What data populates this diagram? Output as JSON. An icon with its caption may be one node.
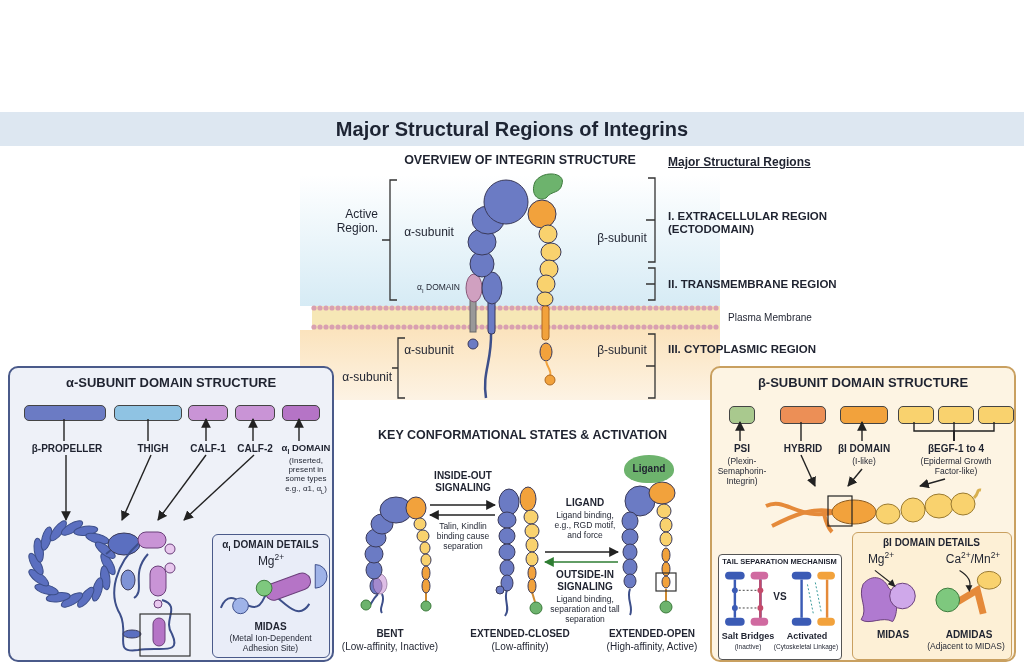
{
  "diagram": {
    "title": "Major Structural Regions of Integrins",
    "nodes": [
      {
        "text": [
          "α-SUBUNIT DOMAIN STRUCTURE"
        ]
      },
      {
        "text": [],
        "shape": "box",
        "in": 0
      },
      {
        "text": [],
        "shape": "box",
        "in": 0
      },
      {
        "text": [],
        "shape": "box",
        "in": 0
      },
      {
        "text": [],
        "shape": "box",
        "in": 0
      },
      {
        "text": [],
        "shape": "box",
        "in": 0
      },
      {
        "text": [
          "β-PROPELLER"
        ],
        "in": 0
      },
      {
        "text": [
          "THIGH"
        ],
        "in": 0
      },
      {
        "text": [
          "CALF-1"
        ],
        "in": 0
      },
      {
        "text": [
          "CALF-2"
        ],
        "in": 0
      },
      {
        "text": [
          "α$_{I}$ DOMAIN",
          "(Inserted, present in some types e.g., α1, α$_{L}$)"
        ],
        "in": 0
      },
      {
        "text": [],
        "shape": "picture",
        "in": 0
      },
      {
        "text": [
          "α$_{I}$ DOMAIN DETAILS",
          "Mg$^{2+}$",
          "MIDAS",
          "(Metal Ion-Dependent Adhesion Site)"
        ],
        "in": 0
      },
      {
        "text": [],
        "shape": "picture",
        "beside": [
          "BENT",
          "(Low-affinity, Inactive)"
        ]
      },
      {
        "text": [],
        "shape": "picture",
        "beside": [
          "EXTENDED-CLOSED",
          "(Low-affinity)"
        ]
      },
      {
        "text": [],
        "shape": "picture",
        "beside": [
          "EXTENDED-OPEN",
          "(High-affinity, Active)"
        ]
      },
      {
        "text": [
          "Ligand"
        ]
      },
      {
        "text": [
          "β-SUBUNIT DOMAIN STRUCTURE"
        ]
      },
      {
        "text": [],
        "shape": "box",
        "in": 17
      },
      {
        "text": [],
        "shape": "box",
        "in": 17
      },
      {
        "text": [],
        "shape": "box",
        "in": 17
      },
      {
        "text": [],
        "shape": "box",
        "in": 17
      },
      {
        "text": [],
        "shape": "box",
        "in": 17
      },
      {
        "text": [],
        "shape": "box",
        "in": 17
      },
      {
        "text": [
          "PSI",
          "(Plexin-Semaphorin-Integrin)"
        ],
        "in": 17
      },
      {
        "text": [
          "HYBRID"
        ],
        "in": 17
      },
      {
        "text": [
          "βI DOMAIN",
          "(I-like)"
        ],
        "in": 17
      },
      {
        "text": [
          "βEGF-1 to 4",
          "(Epidermal Growth Factor-like)"
        ],
        "in": 17
      },
      {
        "text": [],
        "shape": "picture",
        "in": 17
      },
      {
        "text": [
          "TAIL SEPARATION MECHANISM",
          "VS",
          "Salt Bridges",
          "(Inactive)",
          "Activated",
          "(Cytoskeletal Linkage)"
        ],
        "in": 17
      },
      {
        "text": [
          "βI DOMAIN DETAILS",
          "Mg$^{2+}$",
          "Ca$^{2+}$/Mn$^{2+}$",
          "MIDAS",
          "ADMIDAS",
          "(Adjacent to MIDAS)"
        ],
        "in": 17
      }
    ],
    "edges": [
      {
        "from": 6,
        "to": 1,
        "arrow": "none"
      },
      {
        "from": 7,
        "to": 2,
        "arrow": "none"
      },
      {
        "from": 8,
        "to": 3,
        "arrow": "to"
      },
      {
        "from": 9,
        "to": 4,
        "arrow": "to"
      },
      {
        "from": 10,
        "to": 5,
        "arrow": "to"
      },
      {
        "from": 6,
        "to": 11,
        "arrow": "to"
      },
      {
        "from": 7,
        "to": 11,
        "arrow": "to"
      },
      {
        "from": 8,
        "to": 11,
        "arrow": "to"
      },
      {
        "from": 9,
        "to": 11,
        "arrow": "to"
      },
      {
        "from": 13,
        "to": 14,
        "arrow": "to",
        "label": "INSIDE-OUT SIGNALING"
      },
      {
        "from": 14,
        "to": 13,
        "arrow": "to",
        "label": "Talin, Kindlin binding cause separation"
      },
      {
        "from": 14,
        "to": 15,
        "arrow": "to",
        "label": "LIGAND"
      },
      {
        "from": 15,
        "to": 14,
        "arrow": "to",
        "label": "OUTSIDE-IN SIGNALING",
        "color": "#2e7d32"
      },
      {
        "from": 24,
        "to": 18,
        "arrow": "to"
      },
      {
        "from": 25,
        "to": 19,
        "arrow": "none"
      },
      {
        "from": 26,
        "to": 20,
        "arrow": "to"
      },
      {
        "from": 27,
        "to": 21,
        "arrow": "none"
      },
      {
        "from": 27,
        "to": 22,
        "arrow": "none"
      },
      {
        "from": 27,
        "to": 23,
        "arrow": "none"
      },
      {
        "from": 25,
        "to": 28,
        "arrow": "to"
      },
      {
        "from": 26,
        "to": 28,
        "arrow": "to"
      },
      {
        "from": 27,
        "to": 28,
        "arrow": "to"
      }
    ],
    "labels": [
      "OVERVIEW OF INTEGRIN STRUCTURE",
      "Major Structural Regions",
      "Active Region.",
      "α-subunit",
      "β-subunit",
      "I. EXTRACELLULAR REGION (ECTODOMAIN)",
      "α$_{I}$ DOMAIN",
      "II. TRANSMEMBRANE REGION",
      "Plasma Membrane",
      "α-subunit",
      "β-subunit",
      "III. CYTOPLASMIC REGION",
      "α-subunit",
      "KEY CONFORMATIONAL STATES & ACTIVATION",
      "Ligand binding, e.g., RGD motif, and force",
      "Ligand binding, separation and tall separation"
    ]
  }
}
